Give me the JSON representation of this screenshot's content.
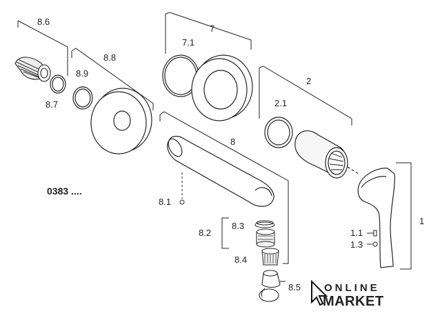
{
  "diagram": {
    "model_code": "0383 ....",
    "parts": {
      "p1": "1",
      "p1_1": "1.1",
      "p1_3": "1.3",
      "p2": "2",
      "p2_1": "2.1",
      "p7": "7",
      "p7_1": "7.1",
      "p8": "8",
      "p8_1": "8.1",
      "p8_2": "8.2",
      "p8_3": "8.3",
      "p8_4": "8.4",
      "p8_5": "8.5",
      "p8_6": "8.6",
      "p8_7": "8.7",
      "p8_8": "8.8",
      "p8_9": "8.9"
    }
  },
  "logo": {
    "line1": "ONLINE",
    "line2": "MARKET",
    "icon": "cursor-arrow-icon"
  }
}
